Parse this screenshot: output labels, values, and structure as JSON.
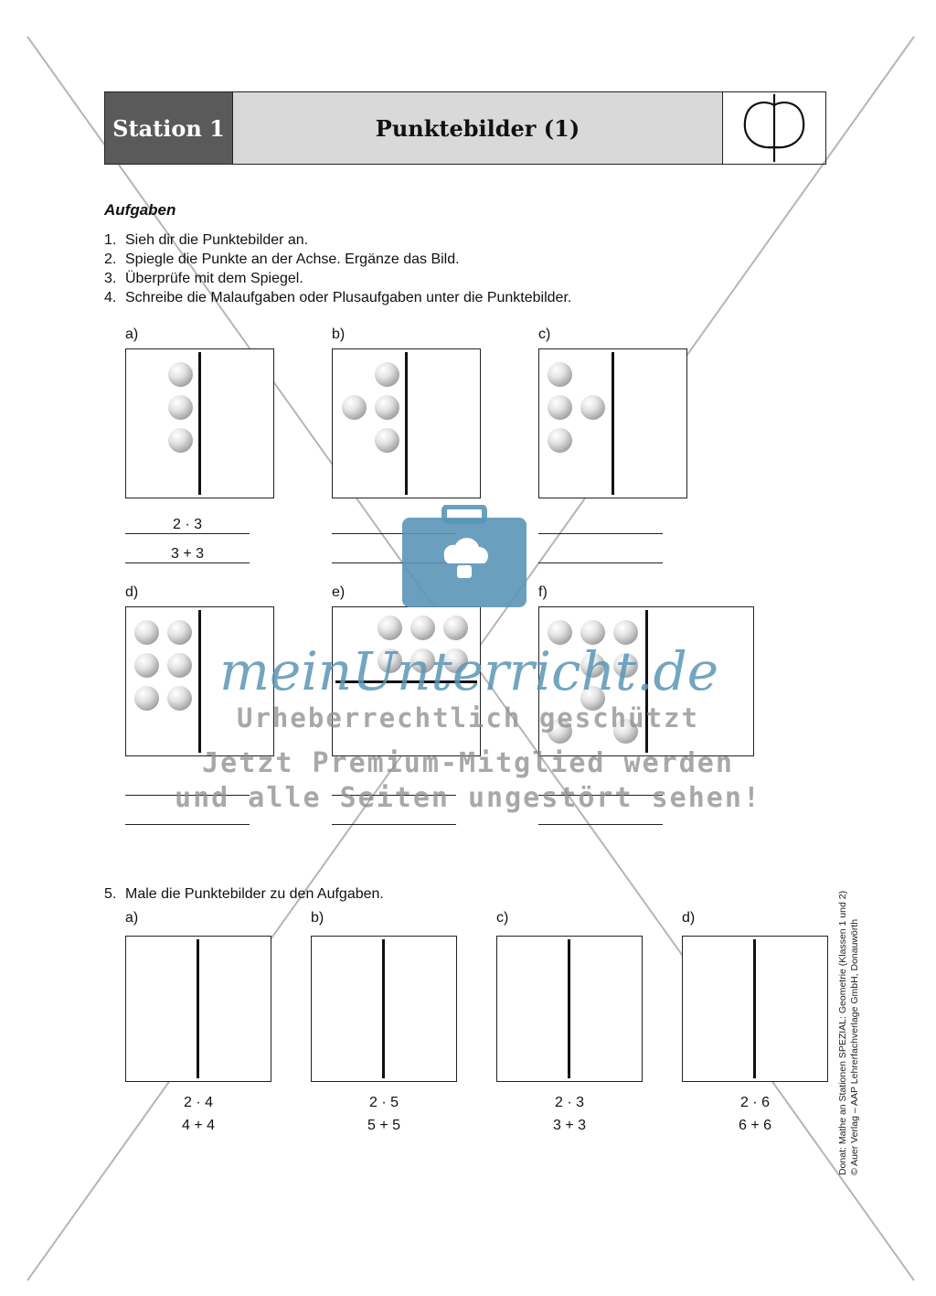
{
  "header": {
    "station": "Station 1",
    "title": "Punktebilder (1)"
  },
  "aufgaben_heading": "Aufgaben",
  "tasks": [
    {
      "num": "1.",
      "text": "Sieh dir die Punktebilder an."
    },
    {
      "num": "2.",
      "text": "Spiegle die Punkte an der Achse. Ergänze das Bild."
    },
    {
      "num": "3.",
      "text": "Überprüfe mit dem Spiegel."
    },
    {
      "num": "4.",
      "text": "Schreibe die Malaufgaben oder Plusaufgaben unter die Punktebilder."
    }
  ],
  "pictures": [
    {
      "label": "a)",
      "answer1": "2 · 3",
      "answer2": "3 + 3"
    },
    {
      "label": "b)",
      "answer1": "",
      "answer2": ""
    },
    {
      "label": "c)",
      "answer1": "",
      "answer2": ""
    },
    {
      "label": "d)",
      "answer1": "",
      "answer2": ""
    },
    {
      "label": "e)",
      "answer1": "",
      "answer2": ""
    },
    {
      "label": "f)",
      "answer1": "",
      "answer2": ""
    }
  ],
  "task5": {
    "num": "5.",
    "text": "Male die Punktebilder zu den Aufgaben."
  },
  "draw_boxes": [
    {
      "label": "a)",
      "eq1": "2 · 4",
      "eq2": "4 + 4"
    },
    {
      "label": "b)",
      "eq1": "2 · 5",
      "eq2": "5 + 5"
    },
    {
      "label": "c)",
      "eq1": "2 · 3",
      "eq2": "3 + 3"
    },
    {
      "label": "d)",
      "eq1": "2 · 6",
      "eq2": "6 + 6"
    }
  ],
  "credit": {
    "line1": "Donat: Mathe an Stationen SPEZIAL: Geometrie (Klassen 1 und 2)",
    "line2": "© Auer Verlag – AAP Lehrerfachverlage GmbH, Donauwörth"
  },
  "watermark": {
    "brand": "meinUnterricht.de",
    "line1": "Urheberrechtlich geschützt",
    "line2": "Jetzt Premium-Mitglied werden",
    "line3": "und alle Seiten ungestört sehen!"
  },
  "colors": {
    "station_bg": "#5a5a5a",
    "title_bg": "#d9d9d9",
    "watermark_blue": "#5a96b6"
  }
}
